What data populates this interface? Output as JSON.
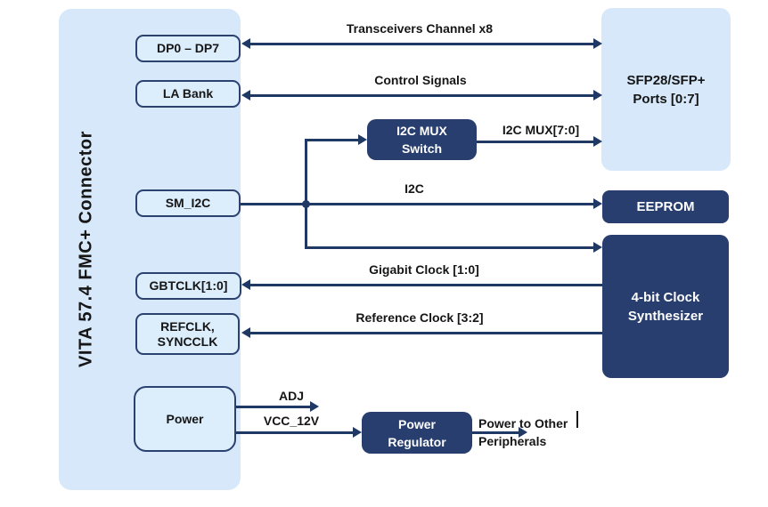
{
  "colors": {
    "panel_light_blue": "#d6e8fa",
    "port_fill": "#dcedfc",
    "navy_block": "#283e6f",
    "line_navy": "#203864",
    "text_dark": "#161616",
    "text_on_navy": "#ffffff"
  },
  "connector": {
    "label": "VITA 57.4 FMC+ Connector",
    "ports": [
      {
        "label": "DP0 – DP7"
      },
      {
        "label": "LA Bank"
      },
      {
        "label": "SM_I2C"
      },
      {
        "label": "GBTCLK[1:0]"
      },
      {
        "label": "REFCLK, SYNCCLK"
      },
      {
        "label": "Power"
      }
    ]
  },
  "blocks": {
    "sfp": {
      "line1": "SFP28/SFP+",
      "line2": "Ports [0:7]"
    },
    "i2c_mux": {
      "line1": "I2C MUX",
      "line2": "Switch"
    },
    "eeprom": {
      "label": "EEPROM"
    },
    "clock_synth": {
      "line1": "4-bit Clock",
      "line2": "Synthesizer"
    },
    "power_regulator": {
      "line1": "Power",
      "line2": "Regulator"
    }
  },
  "signals": {
    "transceivers": "Transceivers Channel x8",
    "control": "Control Signals",
    "i2c_mux_bus": "I2C MUX[7:0]",
    "i2c": "I2C",
    "gigabit_clock": "Gigabit Clock [1:0]",
    "reference_clock": "Reference Clock [3:2]",
    "adj": "ADJ",
    "vcc_12v": "VCC_12V",
    "power_out_line1": "Power to Other",
    "power_out_line2": "Peripherals"
  }
}
